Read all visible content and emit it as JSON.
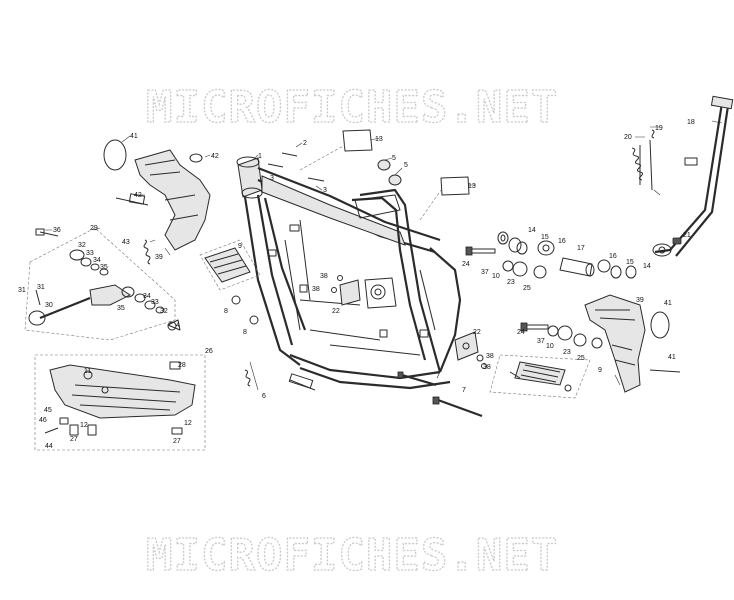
{
  "watermark": "MICROFICHES.NET",
  "callouts": [
    "1",
    "2",
    "3",
    "4",
    "5",
    "6",
    "7",
    "8",
    "9",
    "10",
    "11",
    "12",
    "13",
    "14",
    "15",
    "16",
    "17",
    "18",
    "19",
    "20",
    "21",
    "22",
    "23",
    "24",
    "25",
    "26",
    "27",
    "28",
    "29",
    "30",
    "31",
    "32",
    "33",
    "34",
    "35",
    "36",
    "37",
    "38",
    "39",
    "41",
    "42",
    "43",
    "44",
    "45",
    "46"
  ]
}
